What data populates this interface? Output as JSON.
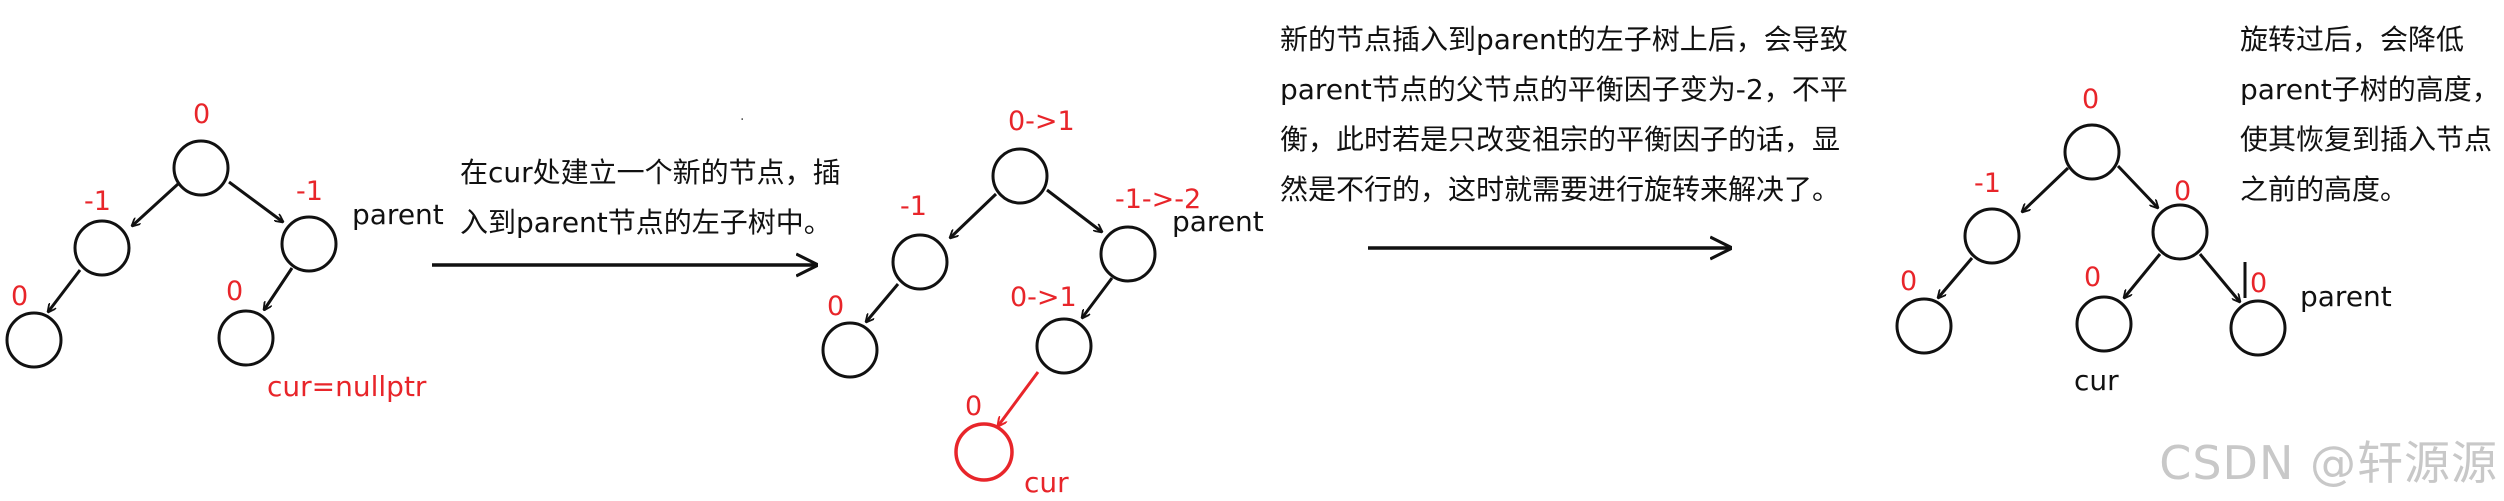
{
  "colors": {
    "ink": "#111111",
    "accent": "#e8252a",
    "watermark": "#c8c8c8"
  },
  "panel1": {
    "root_bf": "0",
    "left_bf": "-1",
    "right_bf": "-1",
    "left_child_bf": "0",
    "right_child_bf": "0",
    "parent_label": "parent",
    "cur_label": "cur=nullptr"
  },
  "caption1": {
    "lines": [
      "在cur处建立一个新的节点，插",
      "入到parent节点的左子树中。"
    ]
  },
  "panel2": {
    "root_bf": "0->1",
    "left_bf": "-1",
    "right_bf": "-1->-2",
    "left_child_bf": "0",
    "right_child_bf": "0->1",
    "new_node_bf": "0",
    "parent_label": "parent",
    "cur_label": "cur"
  },
  "caption2": {
    "lines": [
      "新的节点插入到parent的左子树上后，会导致",
      "parent节点的父节点的平衡因子变为-2，不平",
      "衡，此时若是只改变祖宗的平衡因子的话，显",
      "然是不行的，这时就需要进行旋转来解决了。"
    ]
  },
  "panel3": {
    "root_bf": "0",
    "left_bf": "-1",
    "right_bf": "0",
    "left_child_bf": "0",
    "mid_child_bf": "0",
    "right_child_bf": "0",
    "parent_label": "parent",
    "cur_label": "cur"
  },
  "caption3": {
    "lines": [
      "旋转过后，会降低",
      "parent子树的高度，",
      "使其恢复到插入节点",
      "之前的高度。"
    ]
  },
  "watermark": "CSDN @轩源源"
}
